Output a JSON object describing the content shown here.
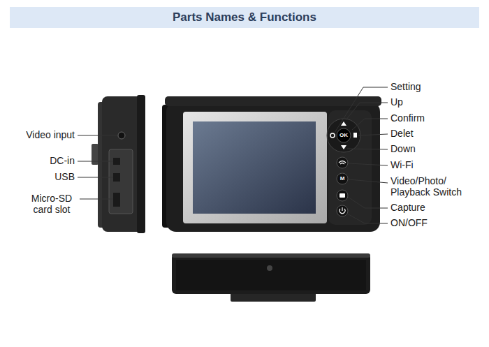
{
  "diagram": {
    "title": "Parts Names & Functions",
    "labels": [
      "Video input",
      "DC-in",
      "USB",
      "Micro-SD card slot",
      "Setting",
      "Up",
      "Confirm",
      "Delet",
      "Down",
      "Wi-Fi",
      "Video/Photo/ Playback Switch",
      "Capture",
      "ON/OFF",
      "OK",
      "M"
    ]
  }
}
